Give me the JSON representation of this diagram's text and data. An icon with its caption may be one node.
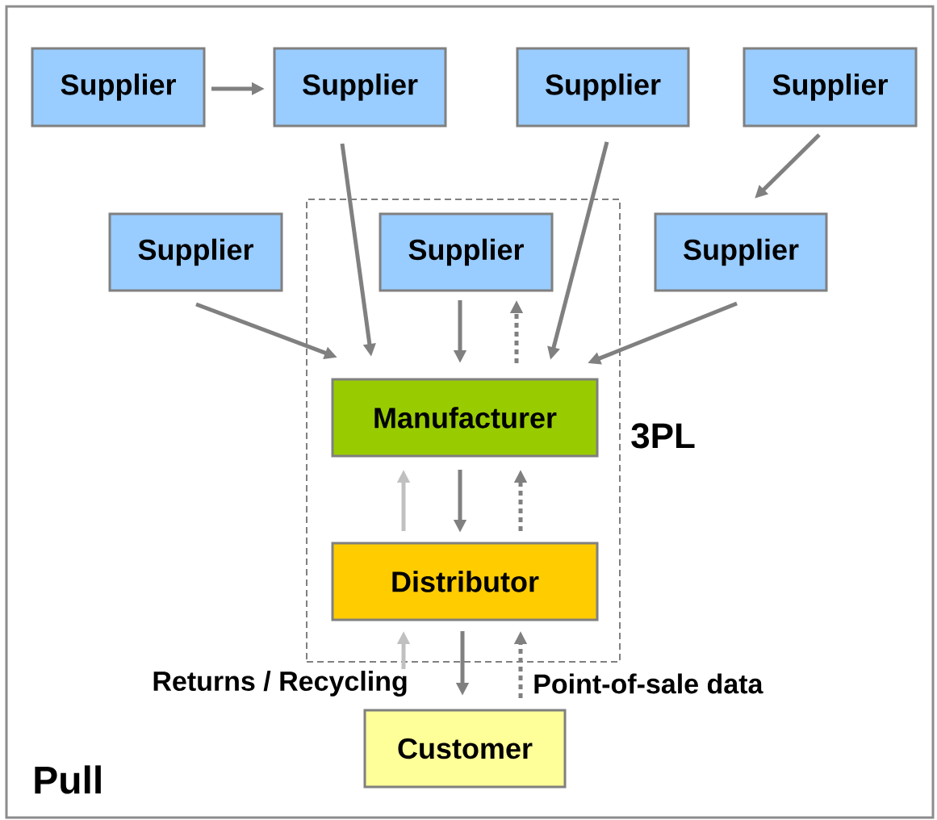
{
  "diagram": {
    "nodes": [
      {
        "text": [
          "Supplier"
        ]
      },
      {
        "text": [
          "Supplier"
        ]
      },
      {
        "text": [
          "Supplier"
        ]
      },
      {
        "text": [
          "Supplier"
        ]
      },
      {
        "text": [
          "Supplier"
        ]
      },
      {
        "text": [
          "Supplier"
        ],
        "in": 7
      },
      {
        "text": [
          "Supplier"
        ]
      },
      {
        "text": [
          "3PL"
        ]
      },
      {
        "text": [
          "Manufacturer"
        ],
        "in": 7
      },
      {
        "text": [
          "Distributor"
        ],
        "in": 7
      },
      {
        "text": [
          "Customer"
        ]
      }
    ],
    "edges": [
      {
        "from": 0,
        "to": 1,
        "arrow": "to"
      },
      {
        "from": 1,
        "to": 8,
        "arrow": "to"
      },
      {
        "from": 2,
        "to": 8,
        "arrow": "to"
      },
      {
        "from": 3,
        "to": 6,
        "arrow": "to"
      },
      {
        "from": 4,
        "to": 8,
        "arrow": "to"
      },
      {
        "from": 5,
        "to": 8,
        "arrow": "to"
      },
      {
        "from": 8,
        "to": 5,
        "arrow": "to",
        "style": "dashed"
      },
      {
        "from": 6,
        "to": 8,
        "arrow": "to"
      },
      {
        "from": 8,
        "to": 9,
        "arrow": "to"
      },
      {
        "from": 9,
        "to": 8,
        "arrow": "to",
        "color": "#c0c0c0"
      },
      {
        "from": 9,
        "to": 8,
        "arrow": "to",
        "style": "dashed"
      },
      {
        "from": 9,
        "to": 10,
        "arrow": "to"
      },
      {
        "from": 10,
        "to": 9,
        "arrow": "to",
        "color": "#c0c0c0",
        "label": "Returns / Recycling"
      },
      {
        "from": 10,
        "to": 9,
        "arrow": "to",
        "style": "dashed",
        "label": "Point-of-sale data"
      }
    ],
    "labels": [
      "Pull"
    ]
  }
}
